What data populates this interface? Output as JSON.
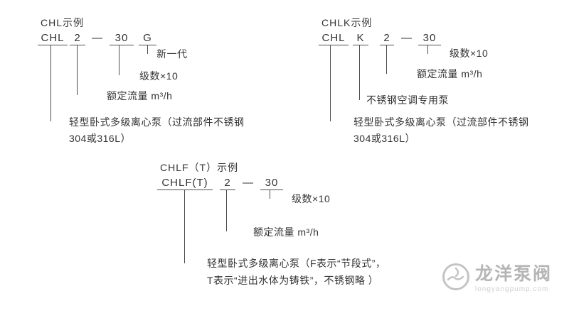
{
  "diagram_chl": {
    "title": "CHL示例",
    "code": {
      "prefix": "CHL",
      "flow": "2",
      "dash": "—",
      "stages": "30",
      "gen": "G"
    },
    "labels": {
      "gen": "新一代",
      "stages": "级数×10",
      "flow": "额定流量 m³/h",
      "pump_line1": "轻型卧式多级离心泵（过流部件不锈钢",
      "pump_line2": "304或316L）"
    }
  },
  "diagram_chlk": {
    "title": "CHLK示例",
    "code": {
      "prefix": "CHL",
      "k": "K",
      "flow": "2",
      "dash": "—",
      "stages": "30"
    },
    "labels": {
      "stages": "级数×10",
      "flow": "额定流量 m³/h",
      "k": "不锈钢空调专用泵",
      "pump_line1": "轻型卧式多级离心泵（过流部件不锈钢",
      "pump_line2": "304或316L）"
    }
  },
  "diagram_chlft": {
    "title": "CHLF（T）示例",
    "code": {
      "prefix": "CHLF(T)",
      "flow": "2",
      "dash": "—",
      "stages": "30"
    },
    "labels": {
      "stages": "级数×10",
      "flow": "额定流量 m³/h",
      "pump_line1": "轻型卧式多级离心泵（F表示“节段式”，",
      "pump_line2": "T表示“进出水体为铸铁”，不锈钢略  ）"
    }
  },
  "watermark": {
    "brand": "龙洋泵阀",
    "url": "longyangpump.com"
  }
}
